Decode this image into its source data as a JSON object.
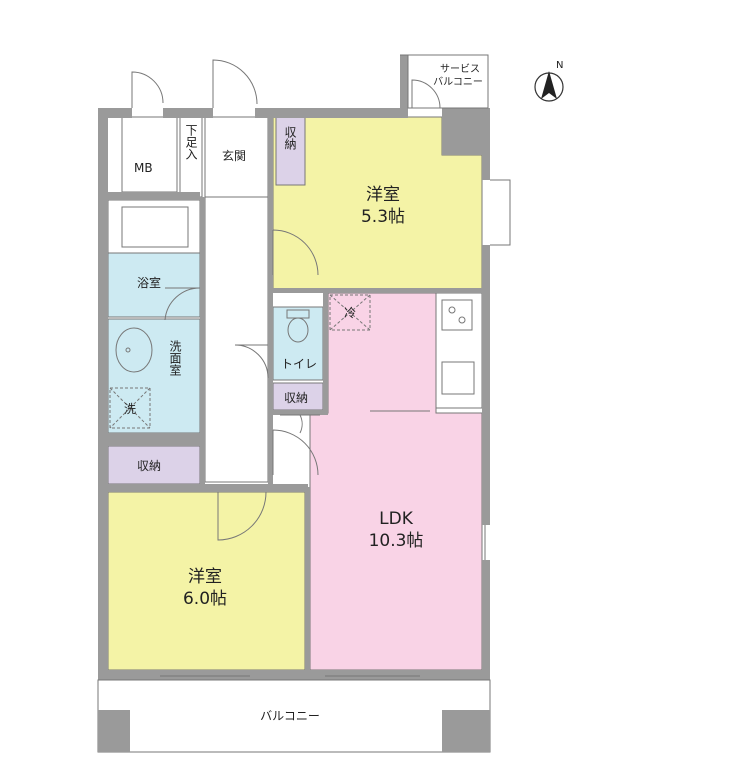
{
  "rooms": {
    "mb": "MB",
    "shoe": "下足入",
    "entrance": "玄関",
    "storage_top": "収納",
    "western1_name": "洋室",
    "western1_size": "5.3帖",
    "service_balcony": "サービスバルコニー",
    "bath": "浴室",
    "wash": "洗面室",
    "washer": "洗",
    "toilet": "トイレ",
    "storage_mid": "収納",
    "fridge": "冷",
    "storage_left": "収納",
    "ldk_name": "LDK",
    "ldk_size": "10.3帖",
    "western2_name": "洋室",
    "western2_size": "6.0帖",
    "balcony": "バルコニー"
  },
  "compass": {
    "north": "N"
  },
  "colors": {
    "western": "#f4f3a6",
    "ldk": "#f9d3e6",
    "wet": "#cdeaf2",
    "storage": "#dcd2e8",
    "wall": "#9a9a9a"
  }
}
